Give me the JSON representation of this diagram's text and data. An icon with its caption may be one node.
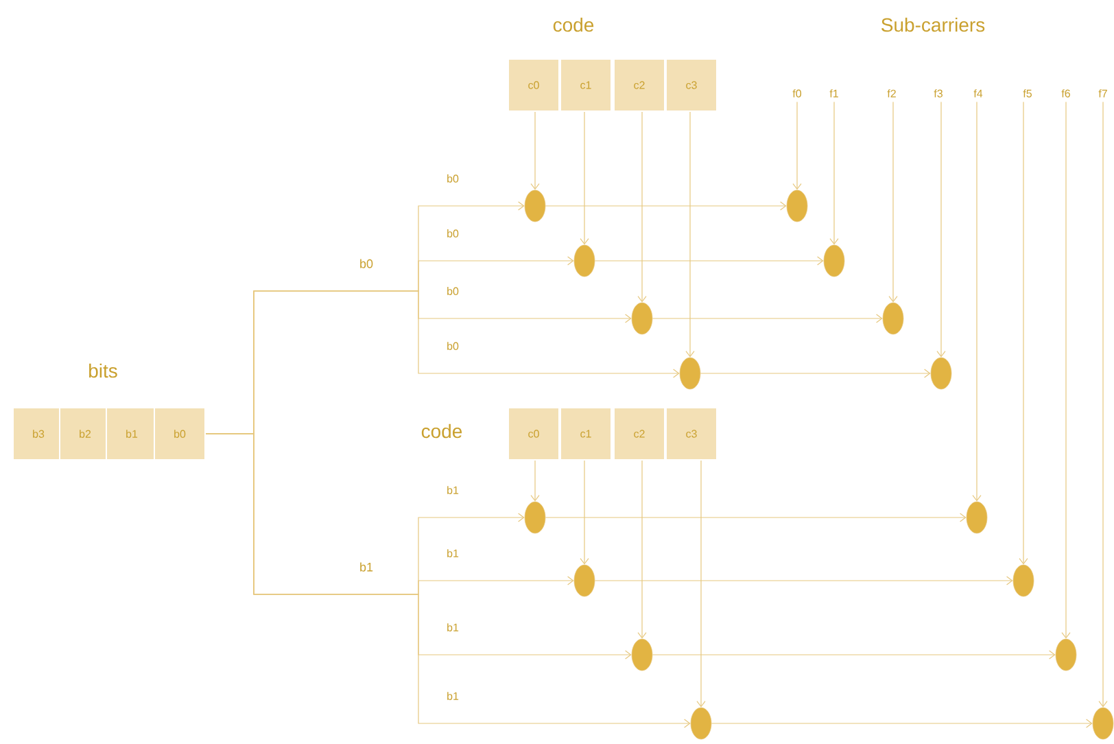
{
  "diagram": {
    "nodes": [
      {
        "text": [
          "b3"
        ]
      },
      {
        "text": [
          "b2"
        ]
      },
      {
        "text": [
          "b1"
        ]
      },
      {
        "text": [
          "b0"
        ]
      },
      {
        "text": [
          "c0"
        ]
      },
      {
        "text": [
          "c1"
        ]
      },
      {
        "text": [
          "c2"
        ]
      },
      {
        "text": [
          "c3"
        ]
      },
      {
        "text": [
          "f0"
        ]
      },
      {
        "text": [
          "f1"
        ]
      },
      {
        "text": [
          "f2"
        ]
      },
      {
        "text": [
          "f3"
        ]
      },
      {
        "text": [
          "f4"
        ]
      },
      {
        "text": [
          "f5"
        ]
      },
      {
        "text": [
          "f6"
        ]
      },
      {
        "text": [
          "f7"
        ]
      },
      {
        "text": [],
        "shape": "circle"
      },
      {
        "text": [],
        "shape": "circle"
      },
      {
        "text": [],
        "shape": "circle"
      },
      {
        "text": [],
        "shape": "circle"
      },
      {
        "text": [],
        "shape": "circle"
      },
      {
        "text": [],
        "shape": "circle"
      },
      {
        "text": [],
        "shape": "circle"
      },
      {
        "text": [],
        "shape": "circle"
      },
      {
        "text": [
          "c0"
        ]
      },
      {
        "text": [
          "c1"
        ]
      },
      {
        "text": [
          "c2"
        ]
      },
      {
        "text": [
          "c3"
        ]
      },
      {
        "text": [],
        "shape": "circle"
      },
      {
        "text": [],
        "shape": "circle"
      },
      {
        "text": [],
        "shape": "circle"
      },
      {
        "text": [],
        "shape": "circle"
      },
      {
        "text": [],
        "shape": "circle"
      },
      {
        "text": [],
        "shape": "circle"
      },
      {
        "text": [],
        "shape": "circle"
      },
      {
        "text": [],
        "shape": "circle"
      }
    ],
    "edges": [
      {
        "from": 3,
        "to": 16,
        "arrow": "to",
        "label": "b0"
      },
      {
        "from": 3,
        "to": 17,
        "arrow": "to",
        "label": "b0"
      },
      {
        "from": 3,
        "to": 18,
        "arrow": "to",
        "label": "b0"
      },
      {
        "from": 3,
        "to": 19,
        "arrow": "to",
        "label": "b0"
      },
      {
        "from": 3,
        "to": 28,
        "arrow": "to",
        "label": "b1"
      },
      {
        "from": 3,
        "to": 29,
        "arrow": "to",
        "label": "b1"
      },
      {
        "from": 3,
        "to": 30,
        "arrow": "to",
        "label": "b1"
      },
      {
        "from": 3,
        "to": 31,
        "arrow": "to",
        "label": "b1"
      },
      {
        "from": 4,
        "to": 16,
        "arrow": "to"
      },
      {
        "from": 5,
        "to": 17,
        "arrow": "to"
      },
      {
        "from": 6,
        "to": 18,
        "arrow": "to"
      },
      {
        "from": 7,
        "to": 19,
        "arrow": "to"
      },
      {
        "from": 16,
        "to": 20,
        "arrow": "to"
      },
      {
        "from": 17,
        "to": 21,
        "arrow": "to"
      },
      {
        "from": 18,
        "to": 22,
        "arrow": "to"
      },
      {
        "from": 19,
        "to": 23,
        "arrow": "to"
      },
      {
        "from": 8,
        "to": 20,
        "arrow": "to"
      },
      {
        "from": 9,
        "to": 21,
        "arrow": "to"
      },
      {
        "from": 10,
        "to": 22,
        "arrow": "to"
      },
      {
        "from": 11,
        "to": 23,
        "arrow": "to"
      },
      {
        "from": 24,
        "to": 28,
        "arrow": "to"
      },
      {
        "from": 25,
        "to": 29,
        "arrow": "to"
      },
      {
        "from": 26,
        "to": 30,
        "arrow": "to"
      },
      {
        "from": 27,
        "to": 31,
        "arrow": "to"
      },
      {
        "from": 28,
        "to": 32,
        "arrow": "to"
      },
      {
        "from": 29,
        "to": 33,
        "arrow": "to"
      },
      {
        "from": 30,
        "to": 34,
        "arrow": "to"
      },
      {
        "from": 31,
        "to": 35,
        "arrow": "to"
      },
      {
        "from": 12,
        "to": 32,
        "arrow": "to"
      },
      {
        "from": 13,
        "to": 33,
        "arrow": "to"
      },
      {
        "from": 14,
        "to": 34,
        "arrow": "to"
      },
      {
        "from": 15,
        "to": 35,
        "arrow": "to"
      }
    ],
    "labels": [
      "code",
      "Sub-carriers",
      "b0",
      "bits",
      "code",
      "b1"
    ]
  }
}
